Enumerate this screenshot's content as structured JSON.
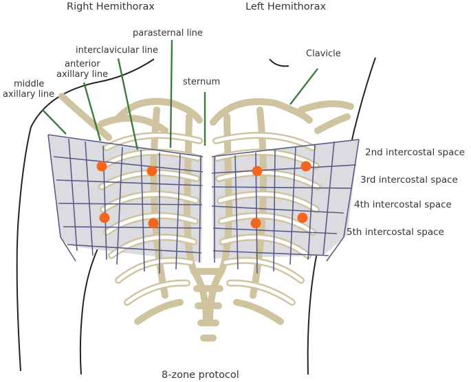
{
  "headings": {
    "right": "Right Hemithorax",
    "left": "Left Hemithorax"
  },
  "labels": {
    "parasternal": "parasternal line",
    "interclavicular": "interclavicular line",
    "anterior_axillary": [
      "anterior",
      "axillary line"
    ],
    "middle_axillary": [
      "middle",
      "axillary line"
    ],
    "sternum": "sternum",
    "clavicle": "Clavicle"
  },
  "intercostal_spaces": [
    "2nd intercostal space",
    "3rd intercostal space",
    "4th intercostal space",
    "5th intercostal space"
  ],
  "caption": "8-zone protocol",
  "colors": {
    "bone": "#cfc3a0",
    "grid": "#585a86",
    "zone_fill": "#dcdce0",
    "marker": "#f2661f",
    "pointer": "#3e7a3f"
  },
  "zone_count": 8
}
